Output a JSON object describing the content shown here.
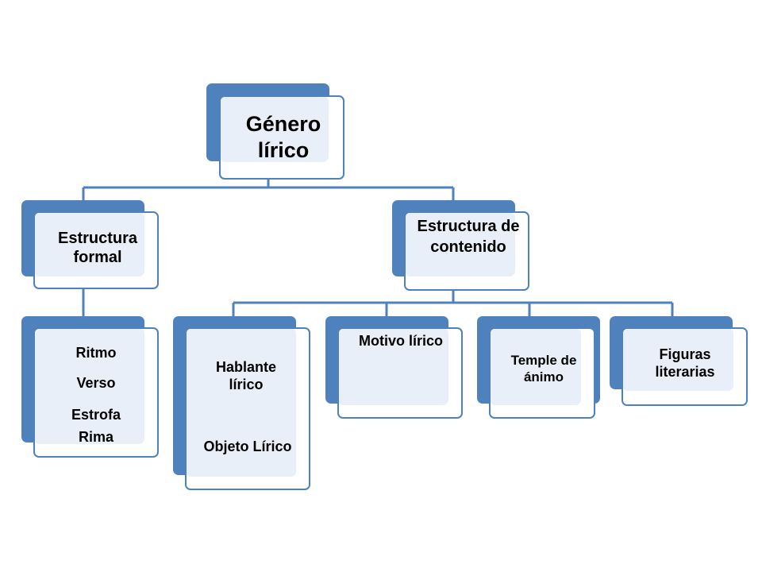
{
  "root": {
    "label": "Género lírico"
  },
  "formal": {
    "label": "Estructura formal",
    "items": [
      "Ritmo",
      "Verso",
      "Estrofa",
      "Rima"
    ]
  },
  "contenido": {
    "label": "Estructura de contenido",
    "children": {
      "hablante": {
        "label": "Hablante lírico",
        "sub": "Objeto Lírico"
      },
      "motivo": {
        "label": "Motivo lírico"
      },
      "temple": {
        "label": "Temple de ánimo"
      },
      "figuras": {
        "label": "Figuras literarias"
      }
    }
  },
  "colors": {
    "accent": "#4f81bd",
    "tint": "#e9eff8",
    "line": "#4f81bd"
  }
}
